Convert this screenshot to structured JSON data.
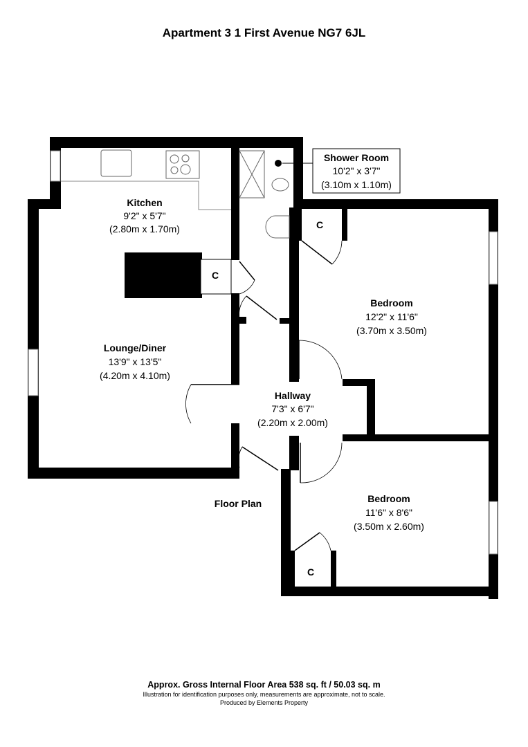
{
  "title": "Apartment 3 1 First Avenue NG7 6JL",
  "plan_label": "Floor Plan",
  "rooms": {
    "kitchen": {
      "name": "Kitchen",
      "imperial": "9'2\" x 5'7\"",
      "metric": "(2.80m x 1.70m)"
    },
    "shower": {
      "name": "Shower Room",
      "imperial": "10'2\" x 3'7\"",
      "metric": "(3.10m x 1.10m)"
    },
    "lounge": {
      "name": "Lounge/Diner",
      "imperial": "13'9\" x 13'5\"",
      "metric": "(4.20m x 4.10m)"
    },
    "bedroom1": {
      "name": "Bedroom",
      "imperial": "12'2\" x 11'6\"",
      "metric": "(3.70m x 3.50m)"
    },
    "hallway": {
      "name": "Hallway",
      "imperial": "7'3\" x 6'7\"",
      "metric": "(2.20m x 2.00m)"
    },
    "bedroom2": {
      "name": "Bedroom",
      "imperial": "11'6\" x 8'6\"",
      "metric": "(3.50m x 2.60m)"
    }
  },
  "cupboard_label": "C",
  "footer": {
    "area": "Approx. Gross Internal Floor Area 538 sq. ft / 50.03 sq. m",
    "disclaimer": "Illustration for identification purposes only, measurements are approximate, not to scale.",
    "producer": "Produced by Elements Property"
  }
}
